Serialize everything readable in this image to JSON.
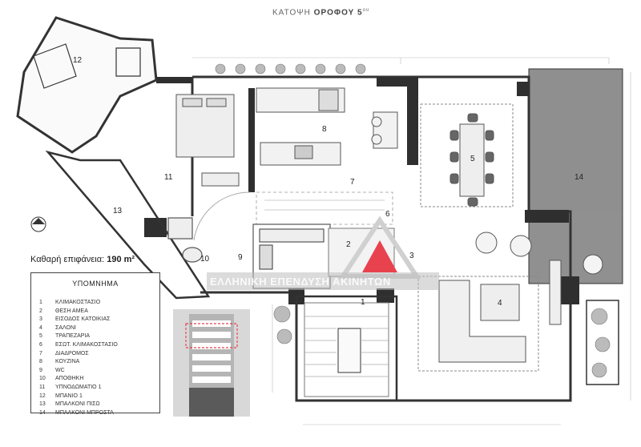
{
  "title_prefix": "ΚΑΤΟΨΗ ",
  "title_bold": "ΟΡΟΦΟΥ 5",
  "title_sup": "ου",
  "area_label": "Καθαρή επιφάνεια: ",
  "area_value": "190 m²",
  "legend": {
    "title": "ΥΠΟΜΝΗΜΑ",
    "items": [
      {
        "n": "1",
        "label": "ΚΛΙΜΑΚΟΣΤΑΣΙΟ"
      },
      {
        "n": "2",
        "label": "ΘΕΣΗ ΑΜΕΑ"
      },
      {
        "n": "3",
        "label": "ΕΙΣΟΔΟΣ ΚΑΤΟΙΚΙΑΣ"
      },
      {
        "n": "4",
        "label": "ΣΑΛΟΝΙ"
      },
      {
        "n": "5",
        "label": "ΤΡΑΠΕΖΑΡΙΑ"
      },
      {
        "n": "6",
        "label": "ΕΣΩΤ. ΚΛΙΜΑΚΟΣΤΑΣΙΟ"
      },
      {
        "n": "7",
        "label": "ΔΙΑΔΡΟΜΟΣ"
      },
      {
        "n": "8",
        "label": "ΚΟΥΖΙΝΑ"
      },
      {
        "n": "9",
        "label": "WC"
      },
      {
        "n": "10",
        "label": "ΑΠΟΘΗΚΗ"
      },
      {
        "n": "11",
        "label": "ΥΠΝΟΔΩΜΑΤΙΟ 1"
      },
      {
        "n": "12",
        "label": "ΜΠΑΝΙΟ 1"
      },
      {
        "n": "13",
        "label": "ΜΠΑΛΚΟΝΙ ΠΙΣΩ"
      },
      {
        "n": "14",
        "label": "ΜΠΑΛΚΟΝΙ ΜΠΡΟΣΤΑ"
      }
    ]
  },
  "rooms": {
    "r1": "1",
    "r2": "2",
    "r3": "3",
    "r4": "4",
    "r5": "5",
    "r6": "6",
    "r7": "7",
    "r8": "8",
    "r9": "9",
    "r10": "10",
    "r11": "11",
    "r12": "12",
    "r13": "13",
    "r14": "14"
  },
  "watermark": "ΕΛΛΗΝΙΚΗ ΕΠΕΝΔΥΣΗ ΑΚΙΝΗΤΩΝ",
  "colors": {
    "wall": "#3a3a3a",
    "dim": "#bbbbbb",
    "logo_red": "#e8424e",
    "room_fill": "#f4f4f4"
  }
}
